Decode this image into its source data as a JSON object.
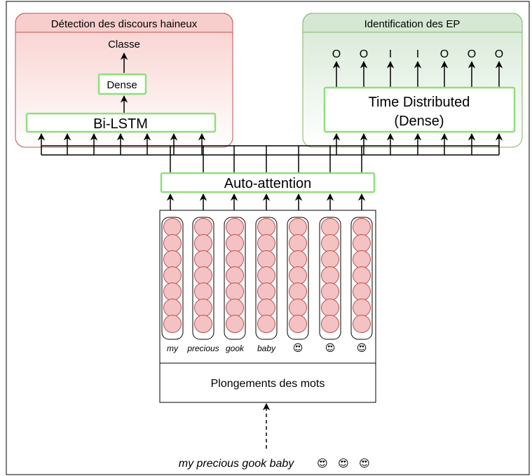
{
  "left_panel": {
    "title": "Détection des discours haineux",
    "output_label": "Classe",
    "dense_label": "Dense",
    "bilstm_label": "Bi-LSTM"
  },
  "right_panel": {
    "title": "Identification des EP",
    "output_tags": [
      "O",
      "O",
      "I",
      "I",
      "O",
      "O",
      "O"
    ],
    "time_distributed_line1": "Time Distributed",
    "time_distributed_line2": "(Dense)"
  },
  "attention_label": "Auto-attention",
  "embeddings": {
    "tokens": [
      "my",
      "precious",
      "gook",
      "baby",
      "😍",
      "😍",
      "😍"
    ],
    "label": "Plongements des mots"
  },
  "input_sentence": {
    "text": "my precious gook baby",
    "emojis": [
      "😍",
      "😍",
      "😍"
    ]
  },
  "colors": {
    "left_panel_fill_top": "#f8cecc",
    "left_panel_stroke": "#b85450",
    "right_panel_fill_top": "#d5e8d4",
    "right_panel_stroke": "#82b366",
    "box_stroke": "#8ee07a",
    "circle_fill": "#f4c2c2",
    "circle_stroke": "#b85450"
  }
}
